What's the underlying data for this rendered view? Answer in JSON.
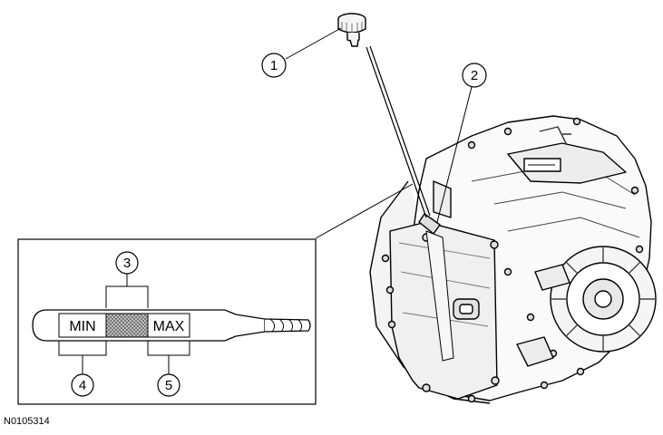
{
  "figure": {
    "id": "N0105314"
  },
  "callouts": [
    {
      "number": "1"
    },
    {
      "number": "2"
    },
    {
      "number": "3"
    },
    {
      "number": "4"
    },
    {
      "number": "5"
    }
  ],
  "dipstick": {
    "min_label": "MIN",
    "max_label": "MAX"
  }
}
